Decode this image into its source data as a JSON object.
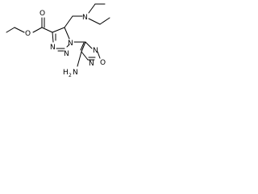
{
  "labels": {
    "carbonyl_o": "O",
    "ester_o": "O",
    "amine_n": "N",
    "triazole_n3": "N",
    "triazole_n2": "N",
    "triazole_n1": "N",
    "oxadiazole_n2": "N",
    "oxadiazole_o": "O",
    "oxadiazole_n5": "N",
    "amino_group": "H",
    "amino_n": "N",
    "amino_sub": "2"
  },
  "colors": {
    "ink": "#000000",
    "background": "#ffffff"
  }
}
